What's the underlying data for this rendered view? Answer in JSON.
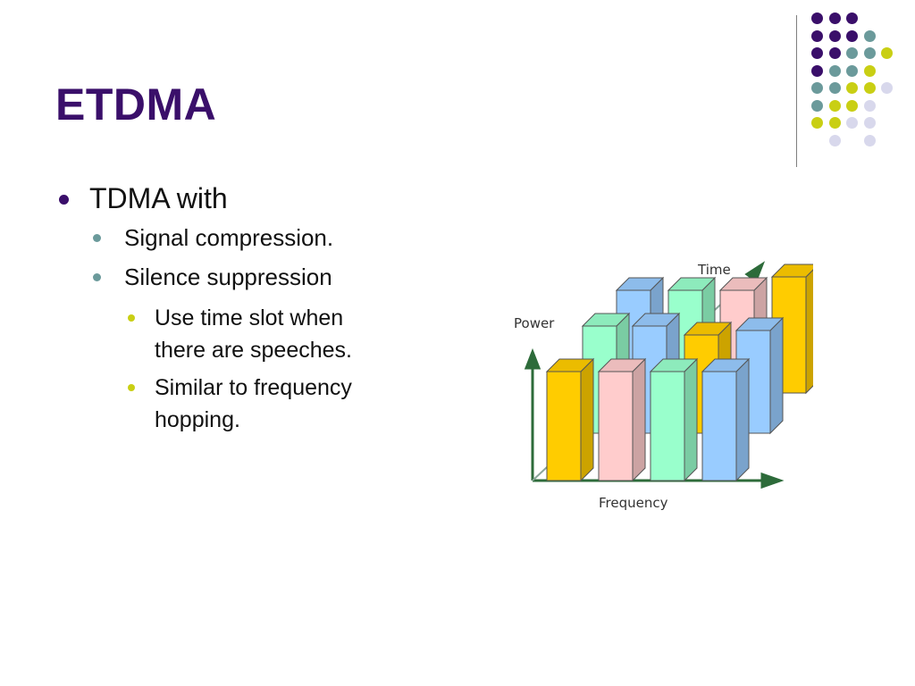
{
  "slide": {
    "title": "ETDMA",
    "bullets": [
      {
        "text": "TDMA with",
        "children": [
          {
            "text": "Signal compression."
          },
          {
            "text": "Silence suppression"
          }
        ]
      }
    ],
    "sub_bullets": [
      {
        "line1": "Use time slot when",
        "line2": "there are speeches."
      },
      {
        "line1": "Similar to frequency",
        "line2": "hopping."
      }
    ]
  },
  "diagram": {
    "time_label": "Time",
    "power_label": "Power",
    "frequency_label": "Frequency",
    "block_colors": [
      "#ffcc00",
      "#ffcccc",
      "#99ffcc",
      "#99ccff"
    ]
  },
  "theme": {
    "title_color": "#3a0f6a",
    "dot_colors": [
      "#3a0f6a",
      "#6b9a9b",
      "#c9cf14",
      "#d8d8ec"
    ]
  }
}
